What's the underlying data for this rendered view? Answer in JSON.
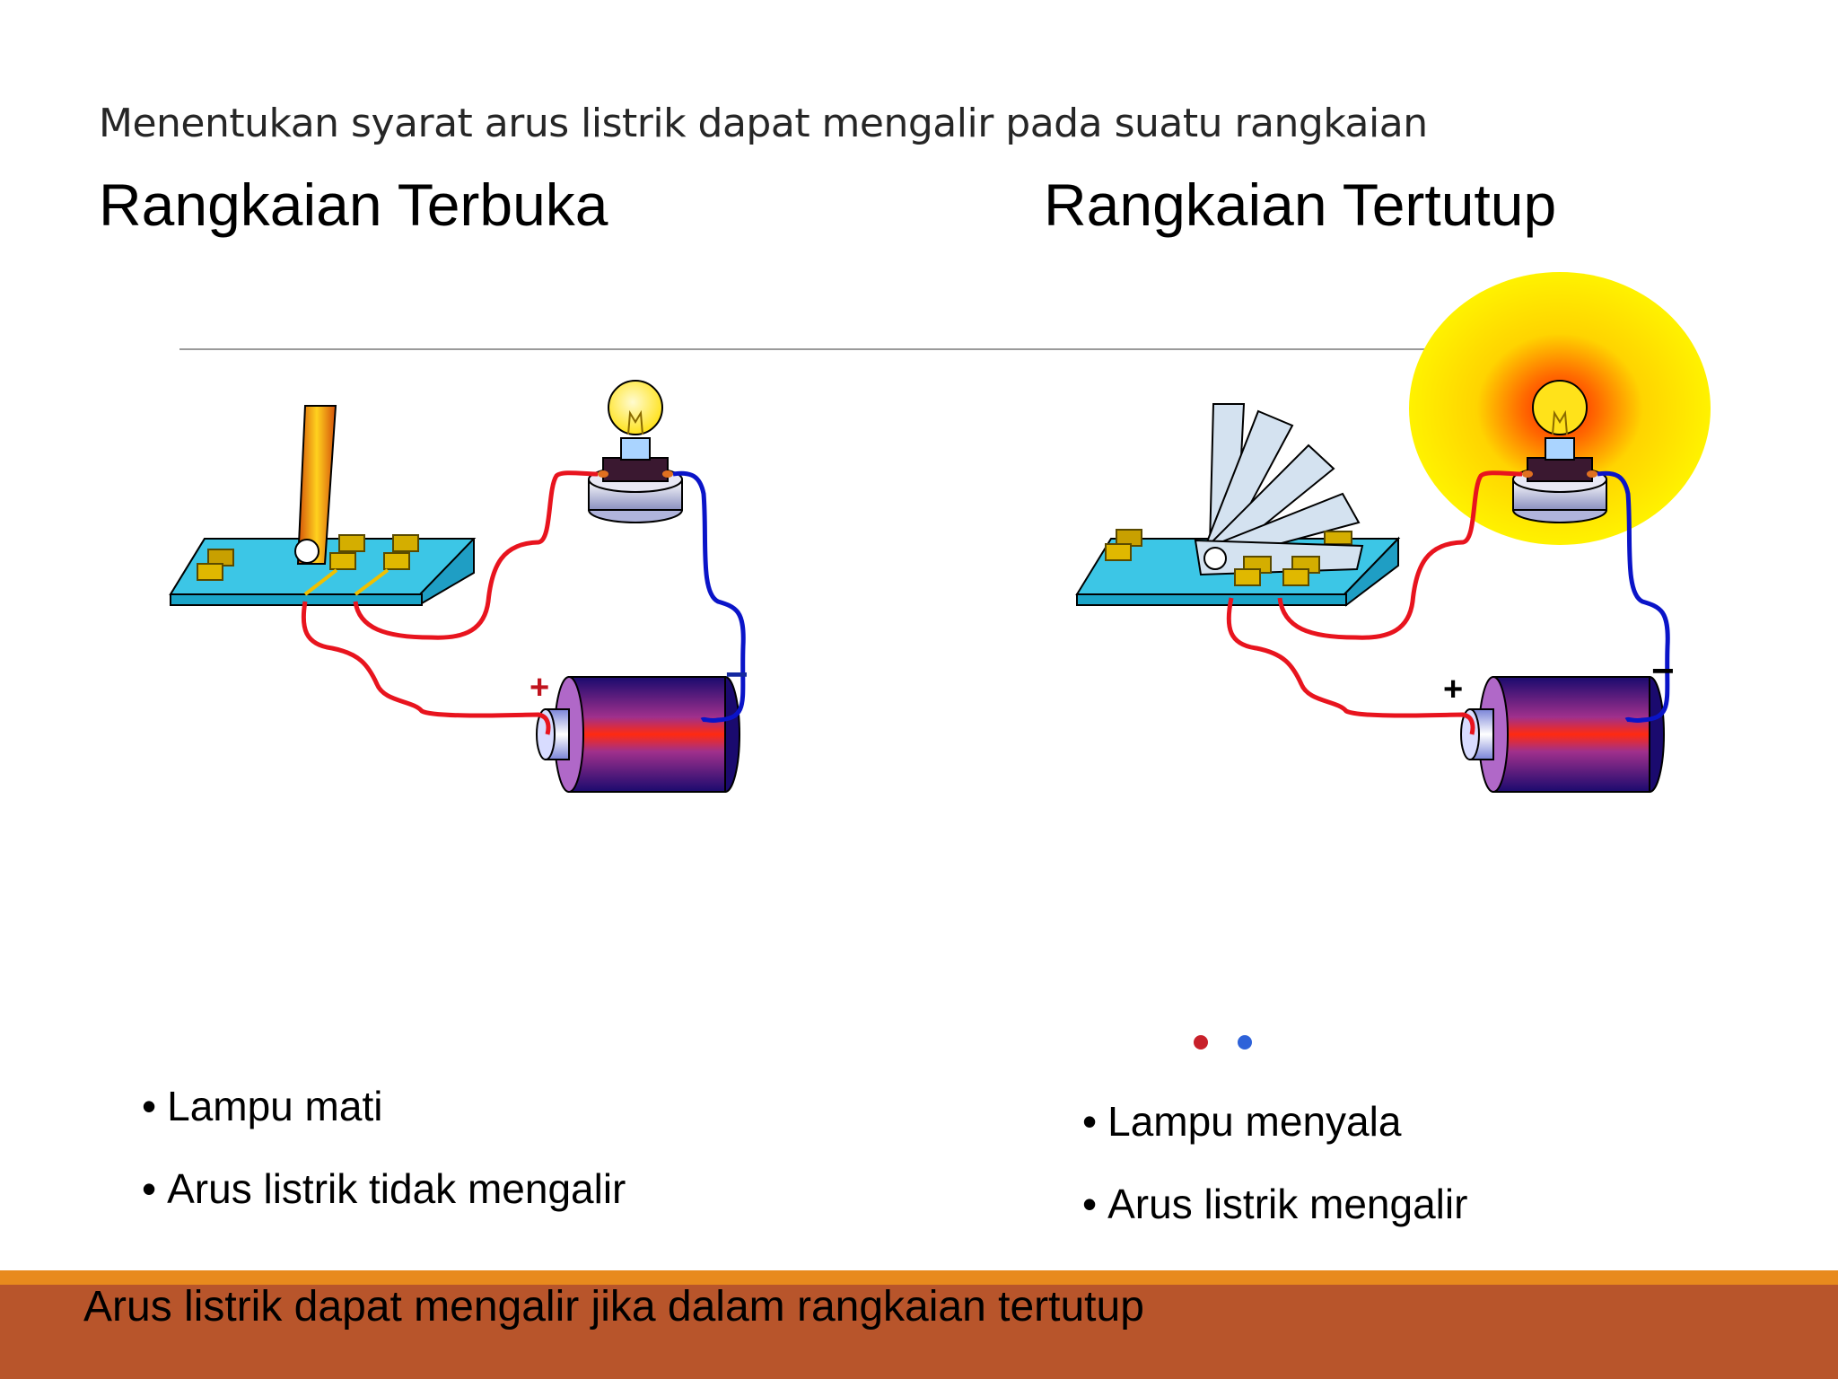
{
  "slide": {
    "subtitle": "Menentukan syarat arus listrik dapat mengalir pada suatu rangkaian",
    "left_heading": "Rangkaian Terbuka",
    "right_heading": "Rangkaian Tertutup"
  },
  "left_circuit": {
    "plus_sign": "+",
    "minus_sign": "−",
    "bullets": [
      "Lampu mati",
      "Arus listrik tidak mengalir"
    ],
    "plus_color": "#c0141e",
    "minus_color": "#1428a0"
  },
  "right_circuit": {
    "plus_sign": "+",
    "minus_sign": "−",
    "bullets": [
      "Lampu menyala",
      "Arus listrik mengalir"
    ],
    "plus_color": "#000000",
    "minus_color": "#000000"
  },
  "footer": {
    "text": "Arus listrik dapat mengalir jika dalam rangkaian tertutup",
    "band_color": "#b8552b",
    "stripe_color": "#e88a1d"
  },
  "colors": {
    "wire_positive": "#e8141e",
    "wire_negative": "#0a14c8",
    "board": "#29b6d8",
    "glow": "#fff200"
  }
}
